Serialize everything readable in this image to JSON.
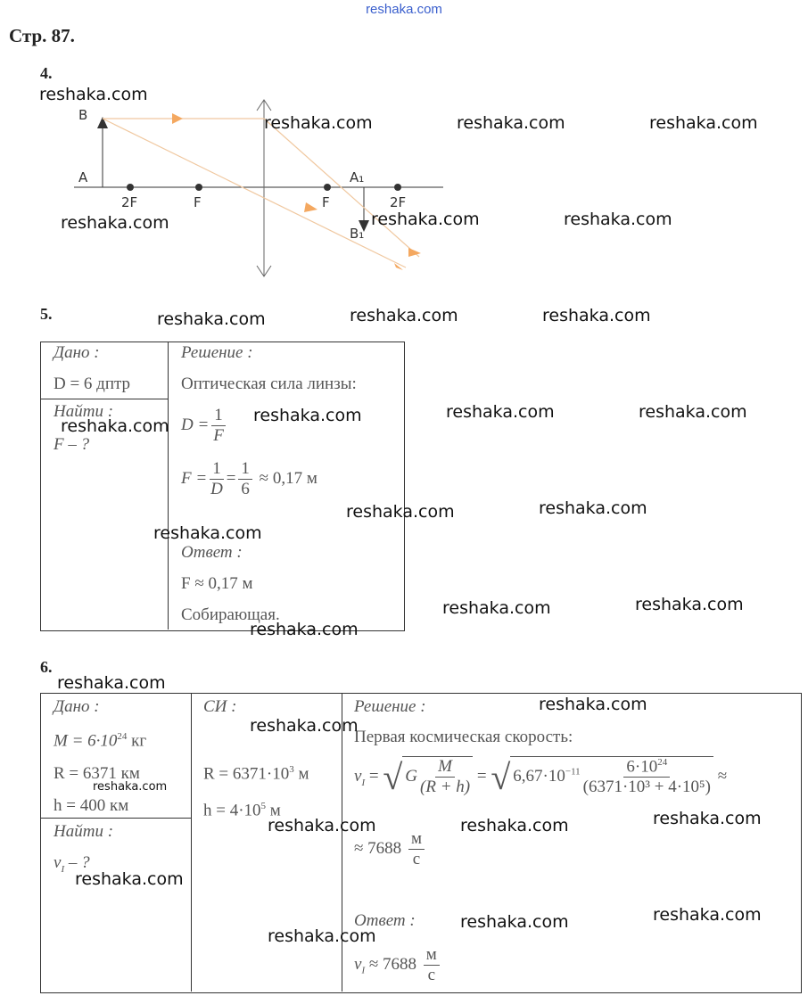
{
  "site": "reshaka.com",
  "page_title": "Стр. 87.",
  "p4": {
    "num": "4.",
    "labels": {
      "B": "B",
      "A": "A",
      "2F_left": "2F",
      "F_left": "F",
      "F_right": "F",
      "2F_right": "2F",
      "A1": "A₁",
      "B1": "B₁"
    }
  },
  "p5": {
    "num": "5.",
    "given_label": "Дано",
    "given": "D = 6 дптр",
    "find_label": "Найти",
    "find": "F – ?",
    "solution_label": "Решение",
    "line1": "Оптическая сила линзы:",
    "f1_lhs": "D =",
    "f1_num": "1",
    "f1_den": "F",
    "f2_lhs": "F =",
    "f2_n1": "1",
    "f2_d1": "D",
    "f2_eq": "=",
    "f2_n2": "1",
    "f2_d2": "6",
    "f2_res": "≈ 0,17 м",
    "answer_label": "Ответ",
    "answer": "F ≈ 0,17 м",
    "answer2": "Собирающая."
  },
  "p6": {
    "num": "6.",
    "given_label": "Дано",
    "g1": "M = 6·10",
    "g1_exp": "24",
    "g1_unit": "кг",
    "g2": "R = 6371 км",
    "g3": "h = 400 км",
    "find_label": "Найти",
    "find": "v",
    "find_sub": "I",
    "find_rest": " – ?",
    "si_label": "СИ",
    "si1": "R = 6371·10",
    "si1_exp": "3",
    "si1_unit": "м",
    "si2": "h = 4·10",
    "si2_exp": "5",
    "si2_unit": "м",
    "solution_label": "Решение",
    "line1": "Первая космическая скорость:",
    "eq_lhs": "v",
    "eq_sub": "I",
    "eq_G": "G",
    "eq_M": "M",
    "eq_Rh": "(R + h)",
    "eq_c1": "6,67·10",
    "eq_c1_exp": "−11",
    "eq_num": "6·10",
    "eq_num_exp": "24",
    "eq_den": "(6371·10³ + 4·10⁵)",
    "approx": "≈",
    "result": "≈ 7688",
    "unit_n": "м",
    "unit_d": "с",
    "answer_label": "Ответ",
    "answer": "≈ 7688"
  },
  "watermarks": [
    "reshaka.com",
    "reshaka.com",
    "reshaka.com",
    "reshaka.com",
    "reshaka.com",
    "reshaka.com",
    "reshaka.com",
    "reshaka.com",
    "reshaka.com",
    "reshaka.com",
    "reshaka.com",
    "reshaka.com",
    "reshaka.com",
    "reshaka.com",
    "reshaka.com",
    "reshaka.com",
    "reshaka.com",
    "reshaka.com",
    "reshaka.com",
    "reshaka.com",
    "reshaka.com",
    "reshaka.com",
    "reshaka.com",
    "reshaka.com",
    "reshaka.com",
    "reshaka.com",
    "reshaka.com",
    "reshaka.com",
    "reshaka.com",
    "reshaka.com",
    "reshaka.com"
  ]
}
